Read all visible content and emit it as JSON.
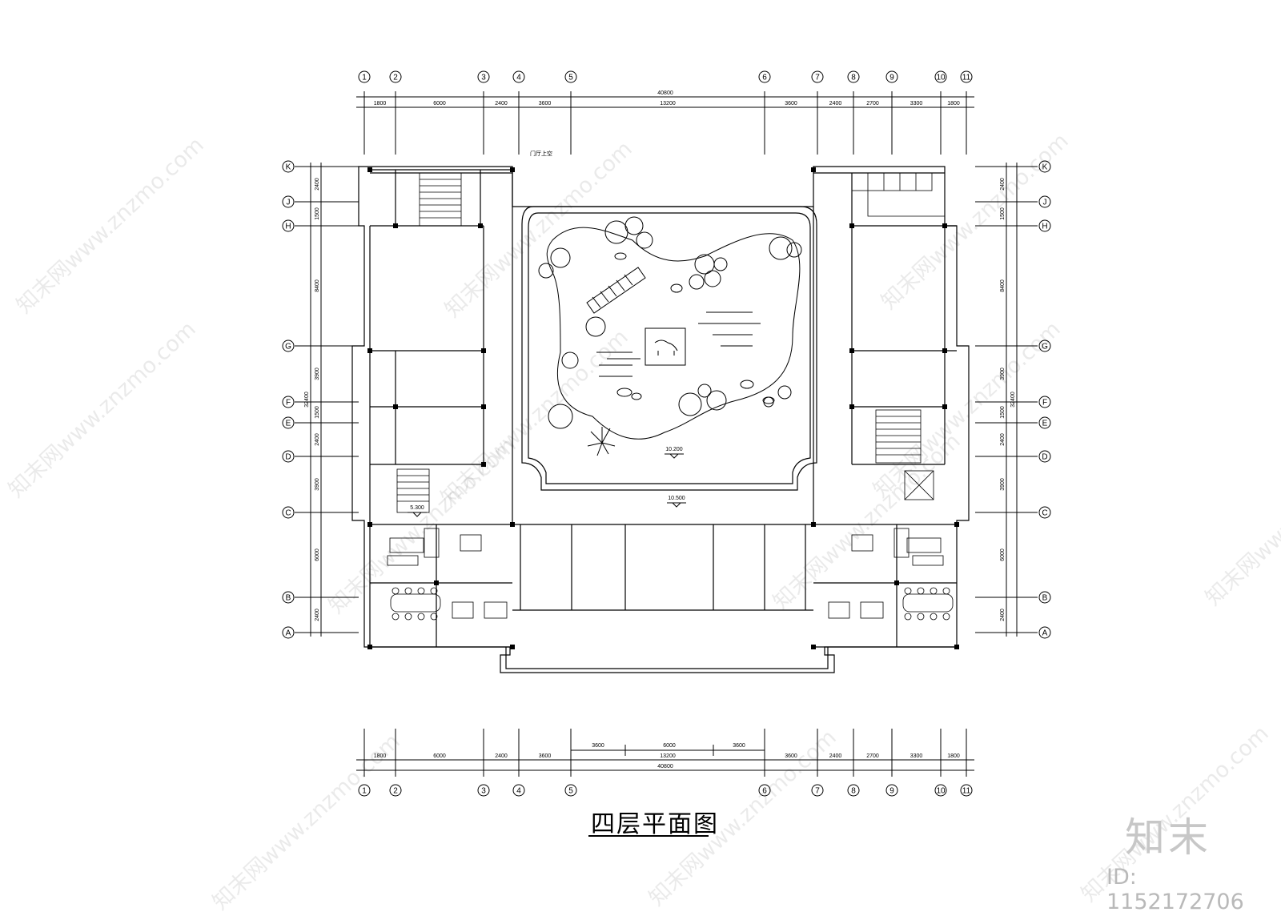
{
  "drawing": {
    "title": "四层平面图",
    "brand": "知末",
    "id_label": "ID: 1152172706",
    "watermark": "知末网www.znzmo.com",
    "hall_label": "门厅上空",
    "elevations": [
      "10.200",
      "10.500",
      "5.300"
    ]
  },
  "axes": {
    "columns": [
      "1",
      "2",
      "3",
      "4",
      "5",
      "6",
      "7",
      "8",
      "9",
      "10",
      "11"
    ],
    "rows": [
      "K",
      "J",
      "H",
      "G",
      "F",
      "E",
      "D",
      "C",
      "B",
      "A"
    ]
  },
  "dimensions": {
    "top_total": "40800",
    "top_segments": [
      "1800",
      "6000",
      "2400",
      "3600",
      "13200",
      "3600",
      "2400",
      "2700",
      "3300",
      "1800"
    ],
    "bottom_total": "40800",
    "bottom_segments": [
      "1800",
      "6000",
      "2400",
      "3600",
      "13200",
      "3600",
      "2400",
      "2700",
      "3300",
      "1800"
    ],
    "bottom_sub": [
      "3600",
      "6000",
      "3600"
    ],
    "side_total": "32400",
    "side_segments": [
      "2400",
      "1500",
      "8400",
      "3900",
      "1500",
      "2400",
      "3900",
      "6000",
      "2400"
    ]
  }
}
